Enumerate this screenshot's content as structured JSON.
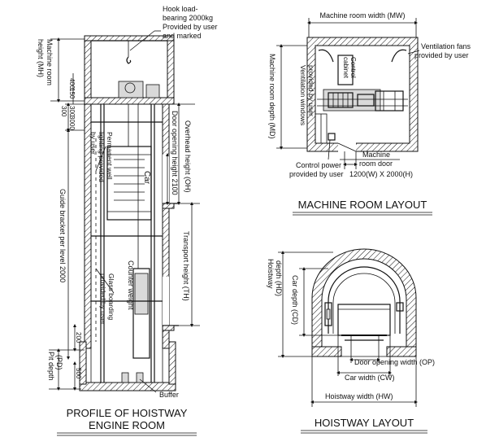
{
  "left": {
    "callout_hook": [
      "Hook load-",
      "bearing 2000kg",
      "Provided by user",
      "and marked"
    ],
    "machine_room_height": [
      "Machine room",
      "height (MH)"
    ],
    "dim_400": "400",
    "dim_300_top": "300",
    "dim_150": "150",
    "dim_300_mid": "300",
    "dim_3000": "3000",
    "overhead_height": "Overhead height (OH)",
    "door_opening_height": "Door opening height 2100",
    "car_label": "Car",
    "permanent_light": [
      "Permanent well",
      "lighting provided",
      "by user"
    ],
    "guide_bracket": "Guide bracket per level 2000",
    "transport_height": "Transport height (TH)",
    "counter_weight": "Counter weight",
    "glass_boarding": [
      "Glass boarding",
      "provided by user"
    ],
    "dim_200": "200",
    "pit_depth": [
      "Pit depth",
      "(PD)"
    ],
    "dim_500": "500",
    "buffer": "Buffer",
    "title_line1": "PROFILE OF HOISTWAY",
    "title_line2": "ENGINE ROOM"
  },
  "machine_room": {
    "width_label": "Machine room width (MW)",
    "vent_fans": [
      "Ventilation fans",
      "provided by user"
    ],
    "depth_label": "Machine room depth (MD)",
    "vent_windows": [
      "Ventilation windows",
      "provided by user"
    ],
    "control_cabinet": [
      "Control",
      "cabinet"
    ],
    "machine_room_door": [
      "Machine",
      "room door"
    ],
    "control_power": [
      "Control power",
      "provided by user"
    ],
    "door_size": "1200(W) X 2000(H)",
    "title": "MACHINE ROOM LAYOUT"
  },
  "hoistway": {
    "hoistway_depth": [
      "Hoistway",
      "depth (HD)"
    ],
    "car_depth": "Car depth (CD)",
    "door_opening_width": "Door opening width (OP)",
    "car_width": "Car width (CW)",
    "hoistway_width": "Hoistway width (HW)",
    "title": "HOISTWAY LAYOUT"
  }
}
